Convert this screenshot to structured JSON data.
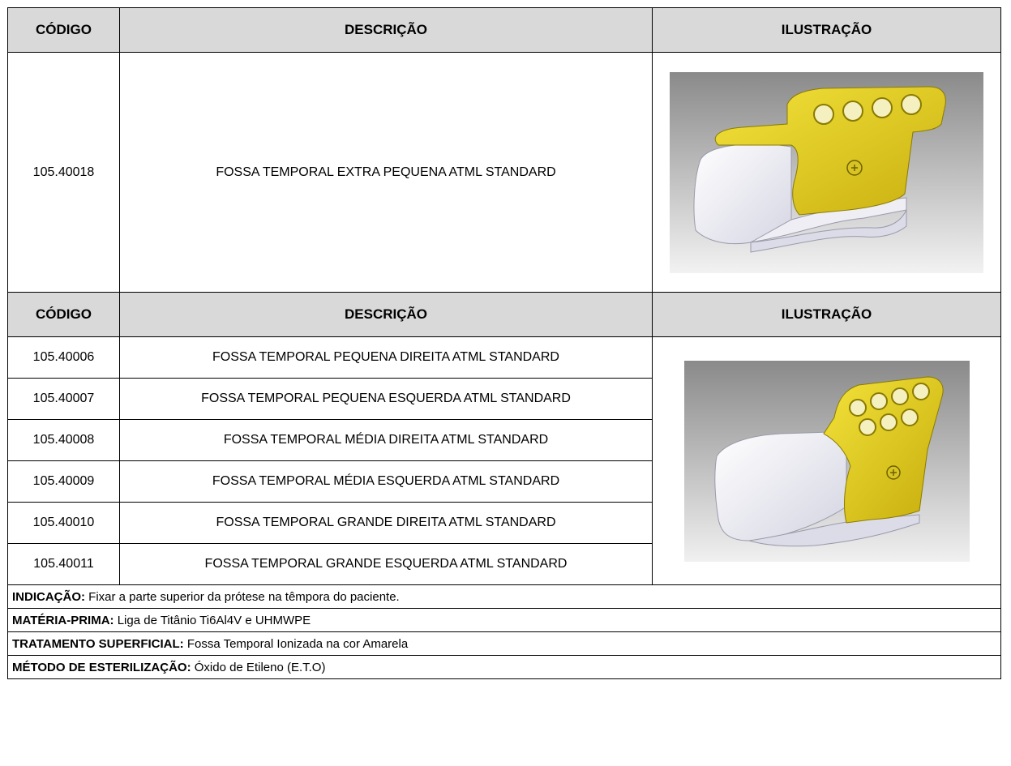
{
  "header": {
    "code": "CÓDIGO",
    "description": "DESCRIÇÃO",
    "illustration": "ILUSTRAÇÃO"
  },
  "section1": {
    "rows": [
      {
        "code": "105.40018",
        "description": "FOSSA TEMPORAL EXTRA PEQUENA ATML STANDARD"
      }
    ]
  },
  "section2": {
    "rows": [
      {
        "code": "105.40006",
        "description": "FOSSA TEMPORAL PEQUENA DIREITA ATML STANDARD"
      },
      {
        "code": "105.40007",
        "description": "FOSSA TEMPORAL PEQUENA ESQUERDA ATML STANDARD"
      },
      {
        "code": "105.40008",
        "description": "FOSSA TEMPORAL MÉDIA DIREITA ATML STANDARD"
      },
      {
        "code": "105.40009",
        "description": "FOSSA TEMPORAL MÉDIA ESQUERDA ATML STANDARD"
      },
      {
        "code": "105.40010",
        "description": "FOSSA TEMPORAL GRANDE DIREITA ATML STANDARD"
      },
      {
        "code": "105.40011",
        "description": "FOSSA TEMPORAL GRANDE ESQUERDA ATML STANDARD"
      }
    ]
  },
  "info": [
    {
      "label": "INDICAÇÃO:",
      "value": " Fixar a parte superior da prótese na têmpora do paciente."
    },
    {
      "label": "MATÉRIA-PRIMA:",
      "value": " Liga de Titânio Ti6Al4V e UHMWPE"
    },
    {
      "label": "TRATAMENTO SUPERFICIAL:",
      "value": " Fossa Temporal Ionizada na cor Amarela"
    },
    {
      "label": "MÉTODO DE ESTERILIZAÇÃO:",
      "value": " Óxido de Etileno (E.T.O)"
    }
  ],
  "colors": {
    "header_bg": "#d9d9d9",
    "implant_yellow": "#e8d21a",
    "implant_white": "#f2f2f8",
    "render_bg_top": "#8a8a8a",
    "render_bg_bottom": "#f0f0f0"
  }
}
